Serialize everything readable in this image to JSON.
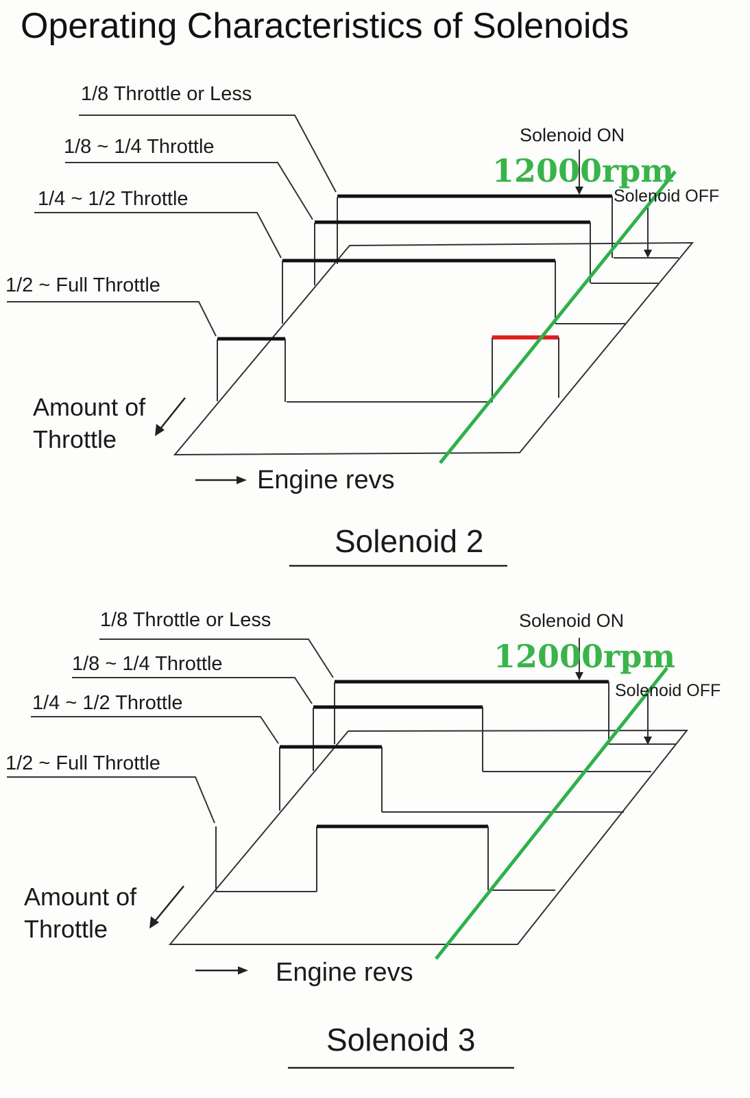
{
  "title": "Operating Characteristics of Solenoids",
  "colors": {
    "rpm_line": "#2eb14b",
    "highlight": "#e02020"
  },
  "diagrams": [
    {
      "name": "Solenoid 2",
      "throttle_labels": [
        "1/8 Throttle or Less",
        "1/8 ~ 1/4 Throttle",
        "1/4 ~ 1/2 Throttle",
        "1/2 ~ Full Throttle"
      ],
      "solenoid_on": "Solenoid ON",
      "solenoid_off": "Solenoid OFF",
      "rpm_label": "12000rpm",
      "axis_throttle": [
        "Amount of",
        "Throttle"
      ],
      "axis_revs": "Engine revs"
    },
    {
      "name": "Solenoid 3",
      "throttle_labels": [
        "1/8 Throttle or Less",
        "1/8 ~ 1/4 Throttle",
        "1/4 ~ 1/2 Throttle",
        "1/2 ~ Full Throttle"
      ],
      "solenoid_on": "Solenoid ON",
      "solenoid_off": "Solenoid OFF",
      "rpm_label": "12000rpm",
      "axis_throttle": [
        "Amount of",
        "Throttle"
      ],
      "axis_revs": "Engine revs"
    }
  ]
}
